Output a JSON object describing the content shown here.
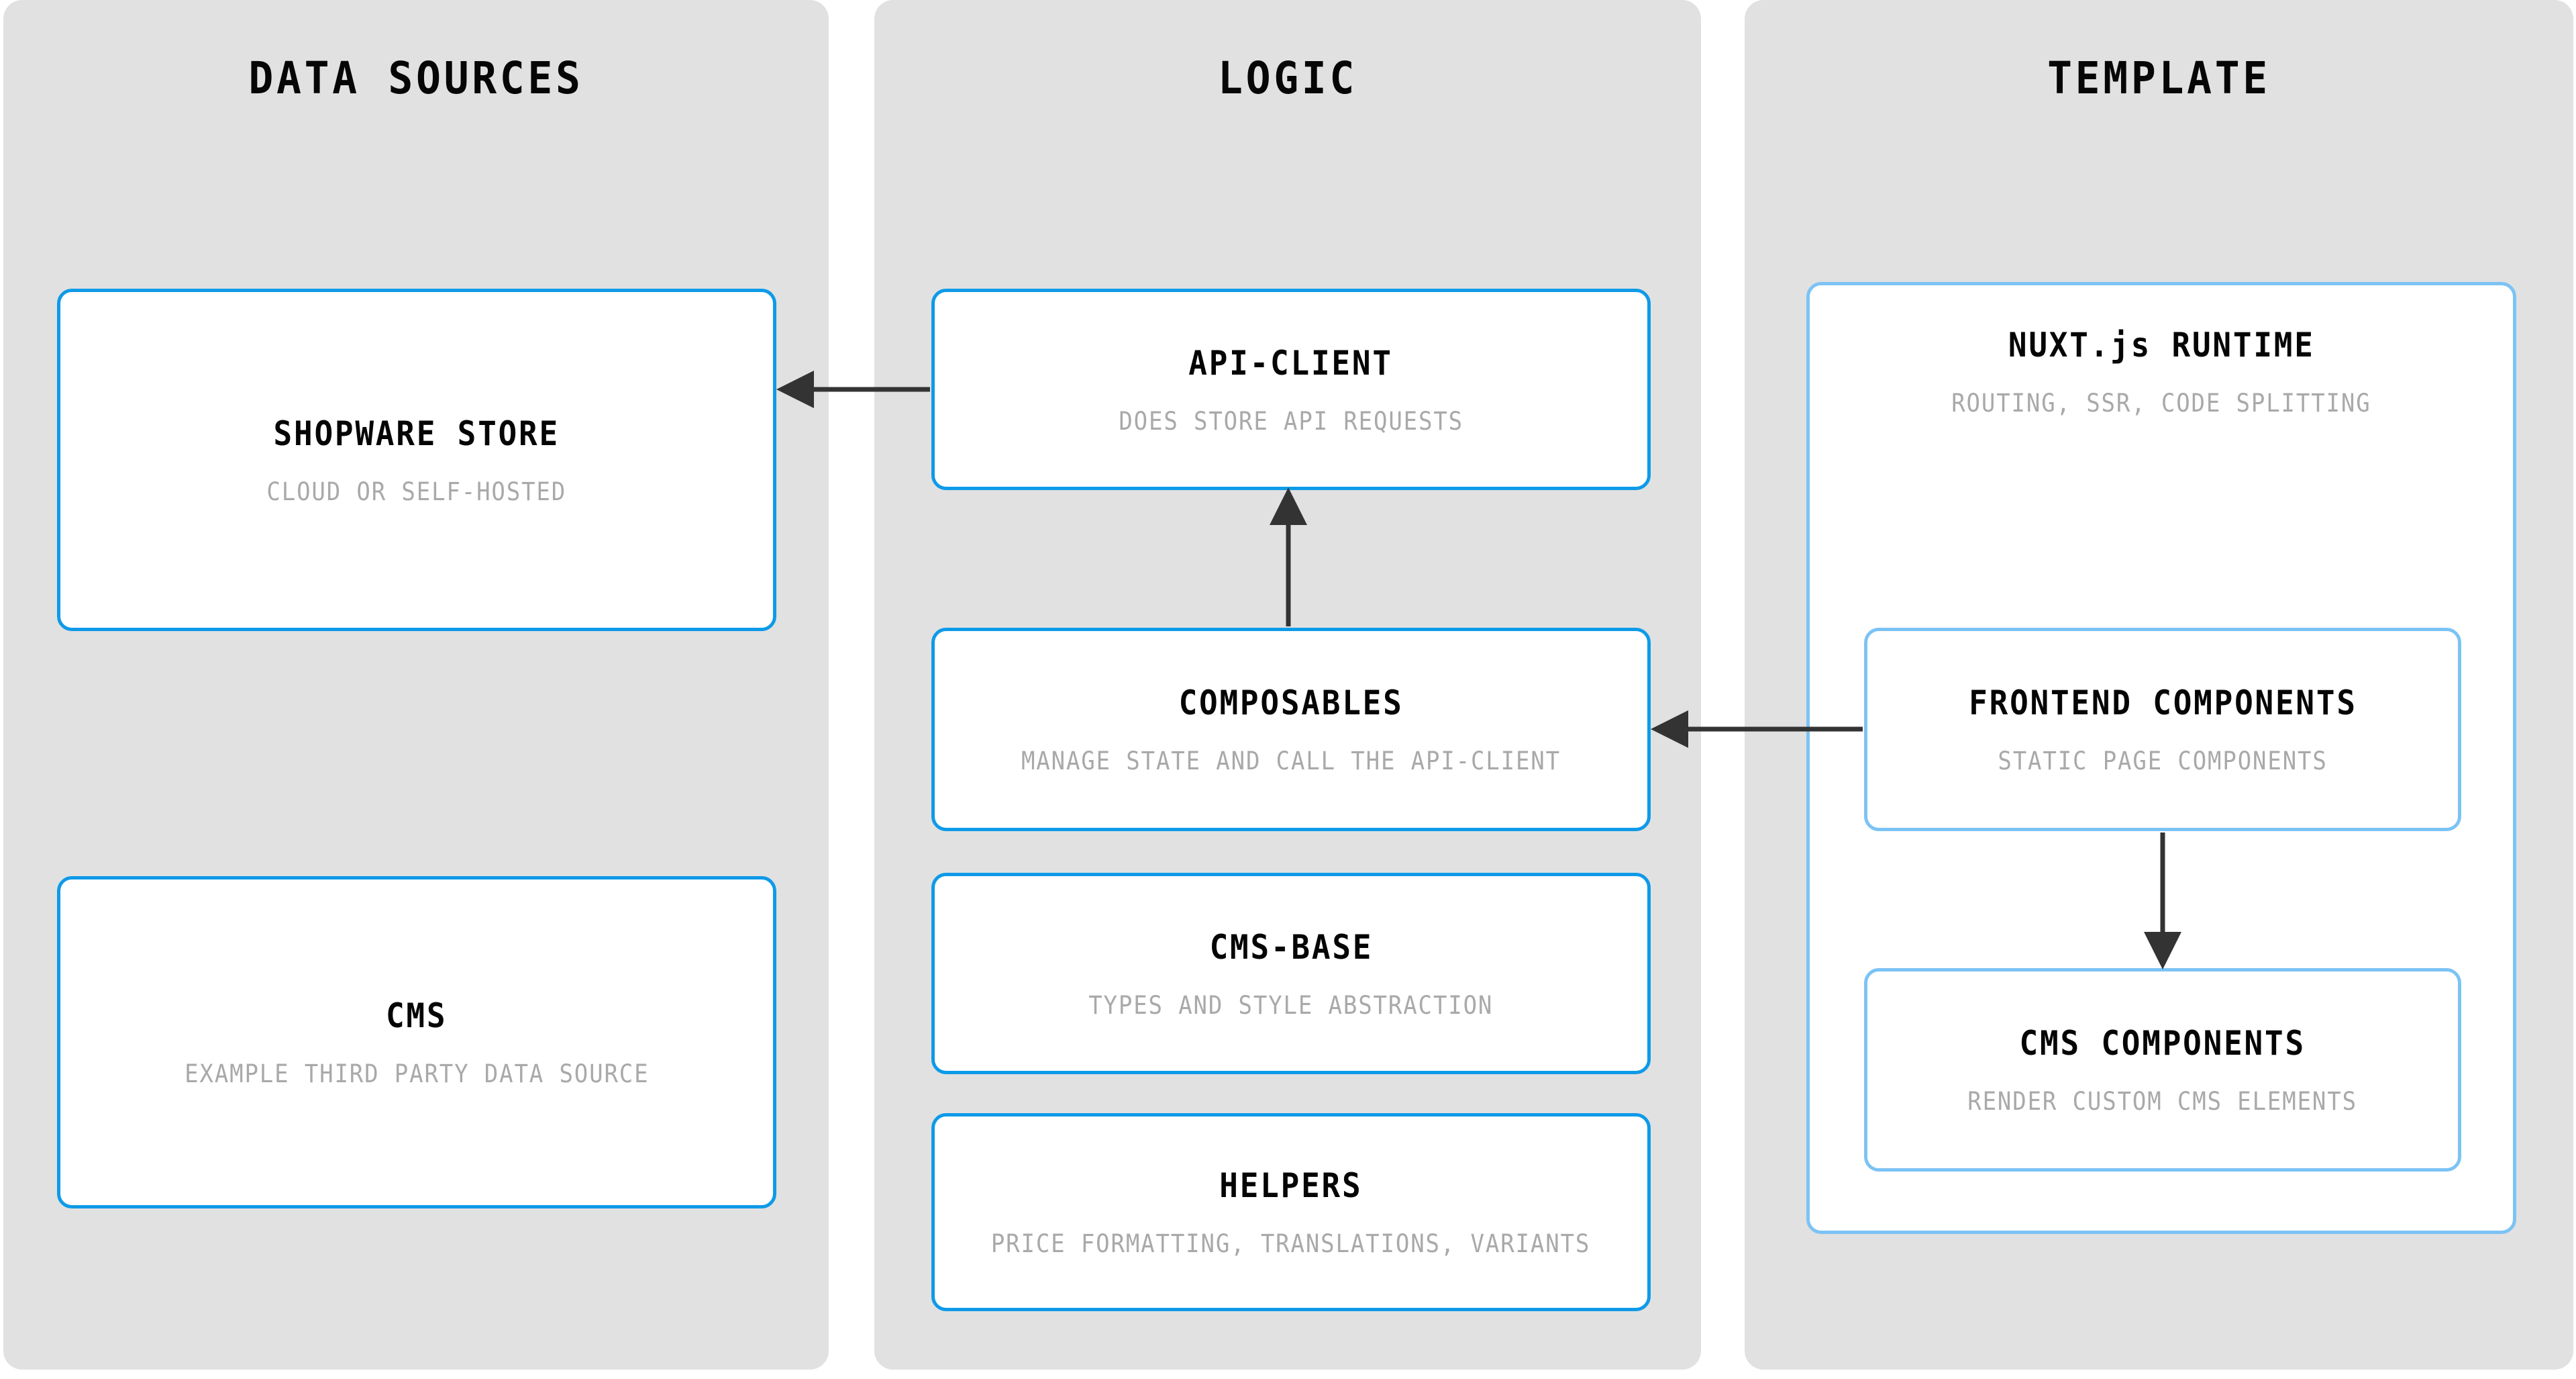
{
  "columns": [
    {
      "id": "data-sources",
      "title": "DATA SOURCES",
      "nodes": [
        {
          "id": "shopware-store",
          "title": "SHOPWARE STORE",
          "subtitle": "CLOUD OR SELF-HOSTED"
        },
        {
          "id": "cms",
          "title": "CMS",
          "subtitle": "EXAMPLE THIRD PARTY DATA SOURCE"
        }
      ]
    },
    {
      "id": "logic",
      "title": "LOGIC",
      "nodes": [
        {
          "id": "api-client",
          "title": "API-CLIENT",
          "subtitle": "DOES STORE API REQUESTS"
        },
        {
          "id": "composables",
          "title": "COMPOSABLES",
          "subtitle": "MANAGE STATE AND CALL THE API-CLIENT"
        },
        {
          "id": "cms-base",
          "title": "CMS-BASE",
          "subtitle": "TYPES AND STYLE ABSTRACTION"
        },
        {
          "id": "helpers",
          "title": "HELPERS",
          "subtitle": "PRICE FORMATTING, TRANSLATIONS, VARIANTS"
        }
      ]
    },
    {
      "id": "template",
      "title": "TEMPLATE",
      "nodes": [
        {
          "id": "nuxt-runtime",
          "title": "NUXT.js RUNTIME",
          "subtitle": "ROUTING, SSR, CODE SPLITTING"
        },
        {
          "id": "frontend-components",
          "title": "FRONTEND COMPONENTS",
          "subtitle": "STATIC PAGE COMPONENTS"
        },
        {
          "id": "cms-components",
          "title": "CMS COMPONENTS",
          "subtitle": "RENDER CUSTOM CMS ELEMENTS"
        }
      ]
    }
  ],
  "edges": [
    {
      "id": "api-client-to-shopware-store",
      "from": "api-client",
      "to": "shopware-store",
      "direction": "left"
    },
    {
      "id": "composables-to-api-client",
      "from": "composables",
      "to": "api-client",
      "direction": "up"
    },
    {
      "id": "frontend-components-to-composables",
      "from": "frontend-components",
      "to": "composables",
      "direction": "left"
    },
    {
      "id": "frontend-components-to-cms-components",
      "from": "frontend-components",
      "to": "cms-components",
      "direction": "down"
    }
  ],
  "colors": {
    "background": "#ffffff",
    "column_fill": "#e1e1e1",
    "node_border": "#0e9ae8",
    "node_border_nested": "#7cc3f5",
    "node_fill": "#ffffff",
    "title_text": "#050505",
    "subtitle_text": "#a9a9a9",
    "arrow": "#333333"
  }
}
